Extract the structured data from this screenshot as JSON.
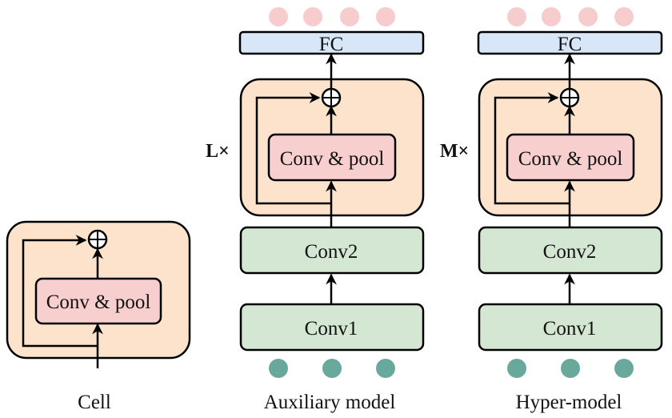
{
  "colors": {
    "cell_fill": "#fde3cb",
    "convpool_fill": "#f6cfce",
    "conv_fill": "#d4e7d3",
    "fc_fill": "#d8e7f8",
    "output_dot": "#f6cccc",
    "input_dot": "#69a99c",
    "stroke": "#000000"
  },
  "cell": {
    "block_label": "Conv & pool",
    "caption": "Cell"
  },
  "auxiliary": {
    "repeat_label": "L×",
    "fc_label": "FC",
    "block_label": "Conv & pool",
    "conv2_label": "Conv2",
    "conv1_label": "Conv1",
    "caption": "Auxiliary model",
    "output_count": 4,
    "input_count": 3
  },
  "hyper": {
    "repeat_label": "M×",
    "fc_label": "FC",
    "block_label": "Conv & pool",
    "conv2_label": "Conv2",
    "conv1_label": "Conv1",
    "caption": "Hyper-model",
    "output_count": 4,
    "input_count": 3
  }
}
